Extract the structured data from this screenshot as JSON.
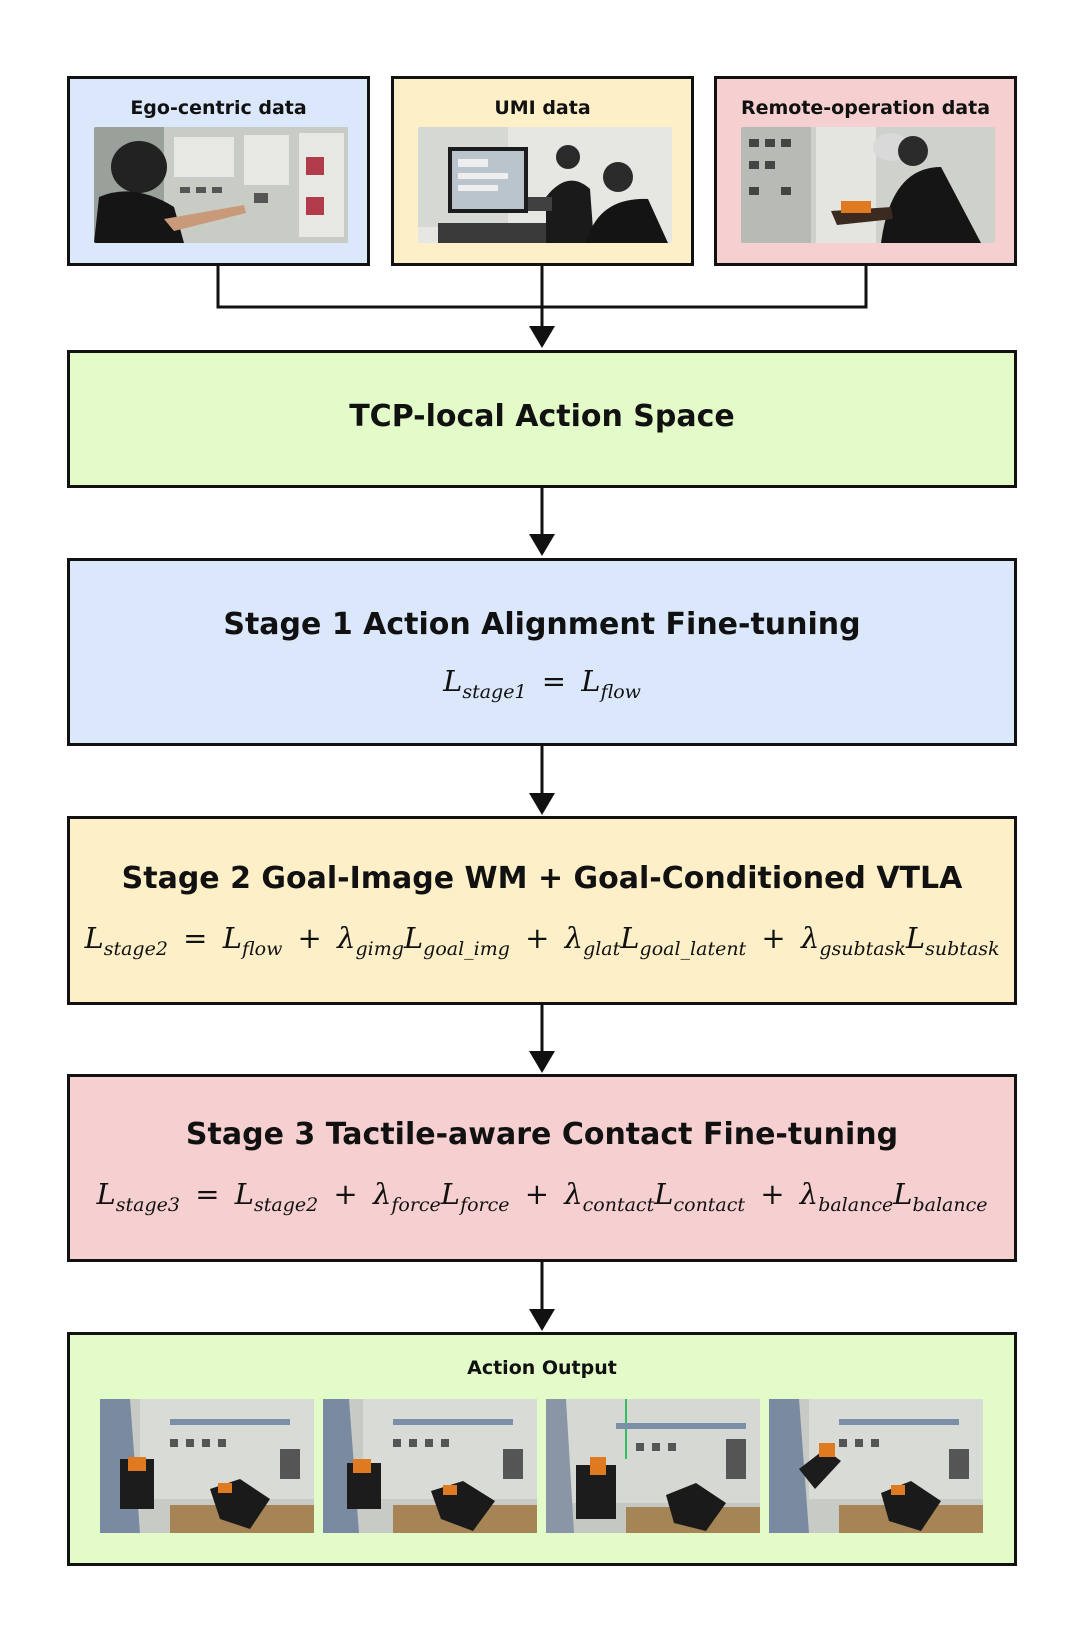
{
  "sources": [
    {
      "title": "Ego-centric data",
      "color": "#dbe8fb",
      "icon": "ego-centric-photo"
    },
    {
      "title": "UMI data",
      "color": "#fdf0c8",
      "icon": "umi-photo"
    },
    {
      "title": "Remote-operation data",
      "color": "#f6d0d0",
      "icon": "remote-operation-photo"
    }
  ],
  "action_space": {
    "title": "TCP-local Action Space",
    "color": "#e3fbc9"
  },
  "stage1": {
    "title": "Stage 1 Action Alignment Fine-tuning",
    "color": "#dbe8fb",
    "formula": {
      "lhs": "L",
      "lhs_sub": "stage1",
      "eq": "=",
      "t1": "L",
      "t1_sub": "flow"
    }
  },
  "stage2": {
    "title": "Stage 2 Goal-Image WM + Goal-Conditioned VTLA",
    "color": "#fdf0c8",
    "formula": {
      "lhs": "L",
      "lhs_sub": "stage2",
      "eq": "=",
      "t1": "L",
      "t1_sub": "flow",
      "plus": "+",
      "w2": "λ",
      "w2_sub": "gimg",
      "t2": "L",
      "t2_sub": "goal_img",
      "w3": "λ",
      "w3_sub": "glat",
      "t3": "L",
      "t3_sub": "goal_latent",
      "w4": "λ",
      "w4_sub": "gsubtask",
      "t4": "L",
      "t4_sub": "subtask"
    }
  },
  "stage3": {
    "title": "Stage 3 Tactile-aware Contact Fine-tuning",
    "color": "#f6d0d0",
    "formula": {
      "lhs": "L",
      "lhs_sub": "stage3",
      "eq": "=",
      "t1": "L",
      "t1_sub": "stage2",
      "plus": "+",
      "w2": "λ",
      "w2_sub": "force",
      "t2": "L",
      "t2_sub": "force",
      "w3": "λ",
      "w3_sub": "contact",
      "t3": "L",
      "t3_sub": "contact",
      "w4": "λ",
      "w4_sub": "balance",
      "t4": "L",
      "t4_sub": "balance"
    }
  },
  "action_output": {
    "title": "Action Output",
    "color": "#e3fbc9",
    "frames": [
      "frame-1",
      "frame-2",
      "frame-3",
      "frame-4"
    ]
  }
}
